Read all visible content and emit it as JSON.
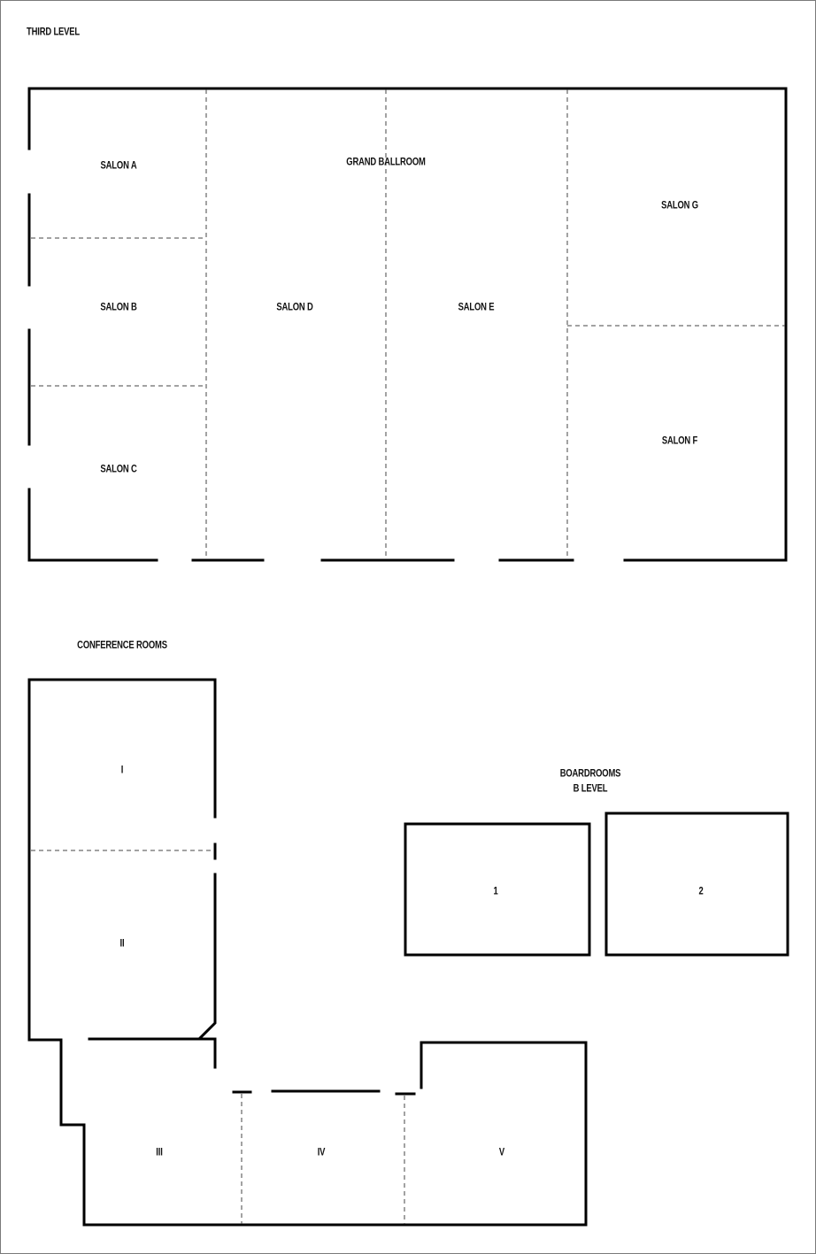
{
  "sections": {
    "third_level": {
      "title": "THIRD LEVEL",
      "ballroom_label": "GRAND BALLROOM",
      "rooms": [
        {
          "id": "salon-a",
          "label": "SALON A"
        },
        {
          "id": "salon-b",
          "label": "SALON B"
        },
        {
          "id": "salon-c",
          "label": "SALON C"
        },
        {
          "id": "salon-d",
          "label": "SALON D"
        },
        {
          "id": "salon-e",
          "label": "SALON E"
        },
        {
          "id": "salon-f",
          "label": "SALON F"
        },
        {
          "id": "salon-g",
          "label": "SALON G"
        }
      ]
    },
    "conference": {
      "title": "CONFERENCE ROOMS",
      "rooms": [
        {
          "id": "conf-1",
          "label": "I"
        },
        {
          "id": "conf-2",
          "label": "II"
        },
        {
          "id": "conf-3",
          "label": "III"
        },
        {
          "id": "conf-4",
          "label": "IV"
        },
        {
          "id": "conf-5",
          "label": "V"
        }
      ]
    },
    "boardrooms": {
      "title_line1": "BOARDROOMS",
      "title_line2": "B LEVEL",
      "rooms": [
        {
          "id": "board-1",
          "label": "1"
        },
        {
          "id": "board-2",
          "label": "2"
        }
      ]
    }
  },
  "colors": {
    "wall": "#000000",
    "partition": "#444444",
    "page_border": "#7a7a7a",
    "background": "#ffffff"
  }
}
